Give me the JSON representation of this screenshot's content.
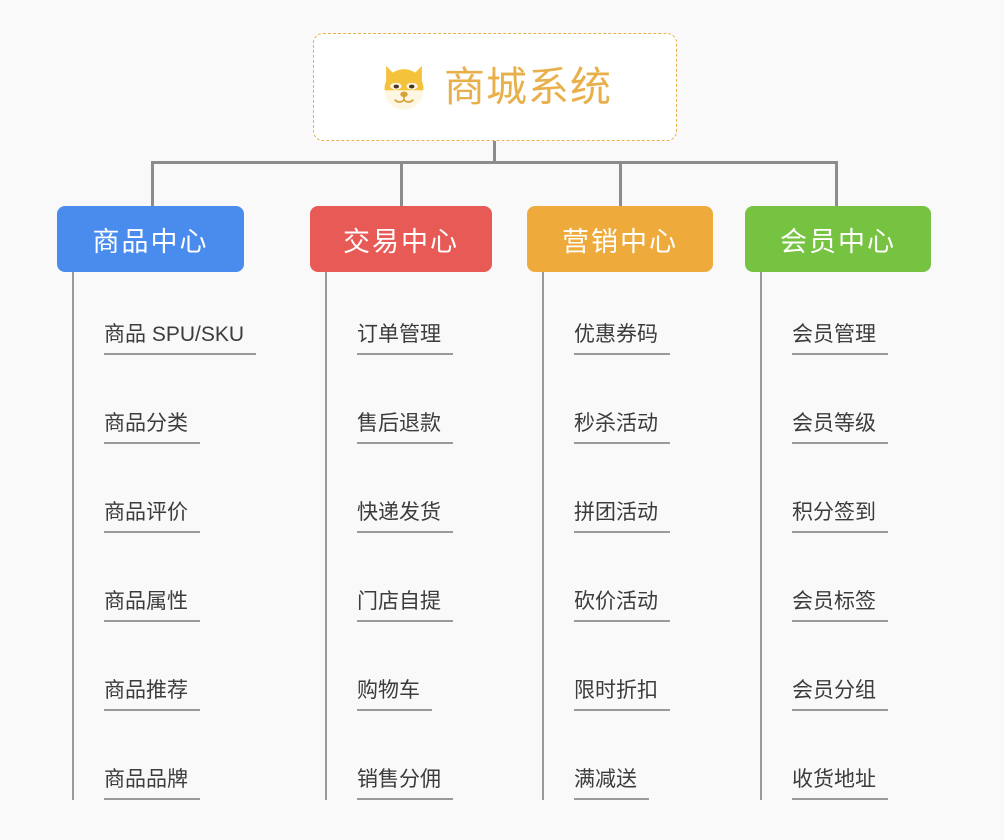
{
  "page": {
    "background_color": "#f9f9f9",
    "connector_color": "#8c8c8c"
  },
  "root": {
    "title": "商城系统",
    "icon": "shiba-dog-icon",
    "text_color": "#e8b04a",
    "border_color": "#e8b04a",
    "background_color": "#ffffff"
  },
  "columns": [
    {
      "title": "商品中心",
      "color": "#4a8cee",
      "items": [
        {
          "label": "商品 SPU/SKU"
        },
        {
          "label": "商品分类"
        },
        {
          "label": "商品评价"
        },
        {
          "label": "商品属性"
        },
        {
          "label": "商品推荐"
        },
        {
          "label": "商品品牌"
        }
      ]
    },
    {
      "title": "交易中心",
      "color": "#e85a55",
      "items": [
        {
          "label": "订单管理"
        },
        {
          "label": "售后退款"
        },
        {
          "label": "快递发货"
        },
        {
          "label": "门店自提"
        },
        {
          "label": "购物车"
        },
        {
          "label": "销售分佣"
        }
      ]
    },
    {
      "title": "营销中心",
      "color": "#eeab3c",
      "items": [
        {
          "label": "优惠券码"
        },
        {
          "label": "秒杀活动"
        },
        {
          "label": "拼团活动"
        },
        {
          "label": "砍价活动"
        },
        {
          "label": "限时折扣"
        },
        {
          "label": "满减送"
        }
      ]
    },
    {
      "title": "会员中心",
      "color": "#76c342",
      "items": [
        {
          "label": "会员管理"
        },
        {
          "label": "会员等级"
        },
        {
          "label": "积分签到"
        },
        {
          "label": "会员标签"
        },
        {
          "label": "会员分组"
        },
        {
          "label": "收货地址"
        }
      ]
    }
  ]
}
